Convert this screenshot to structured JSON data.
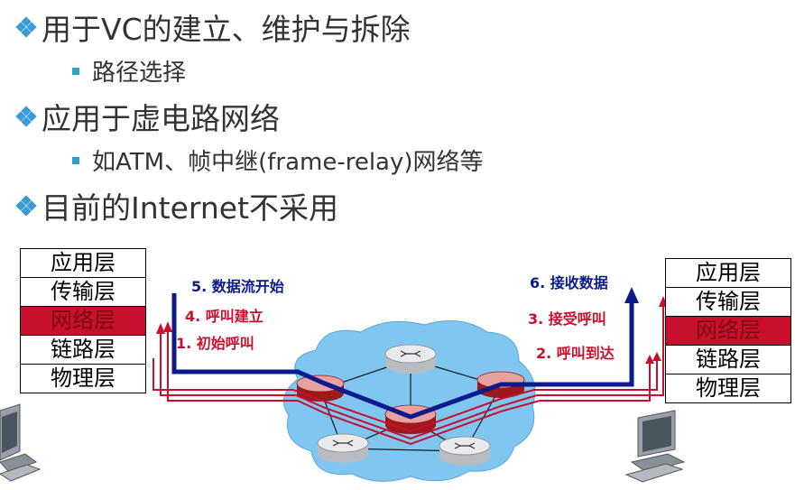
{
  "bullets": [
    {
      "text": "用于VC的建立、维护与拆除",
      "level": 1
    },
    {
      "text": "路径选择",
      "level": 2
    },
    {
      "text": "应用于虚电路网络",
      "level": 1
    },
    {
      "text": "如ATM、帧中继(frame-relay)网络等",
      "level": 2
    },
    {
      "text": "目前的Internet不采用",
      "level": 1
    }
  ],
  "left_stack": {
    "layers": [
      "应用层",
      "传输层",
      "网络层",
      "链路层",
      "物理层"
    ],
    "highlighted": "网络层"
  },
  "right_stack": {
    "layers": [
      "应用层",
      "传输层",
      "网络层",
      "链路层",
      "物理层"
    ],
    "highlighted": "网络层"
  },
  "steps": {
    "s1": "1. 初始呼叫",
    "s2": "2. 呼叫到达",
    "s3": "3. 接受呼叫",
    "s4": "4. 呼叫建立",
    "s5": "5. 数据流开始",
    "s6": "6. 接收数据"
  },
  "colors": {
    "signal_red": "#c8102e",
    "data_blue": "#0b1a8c",
    "cloud": "#7fc6f0",
    "bullet_accent": "#3b9bd6"
  }
}
